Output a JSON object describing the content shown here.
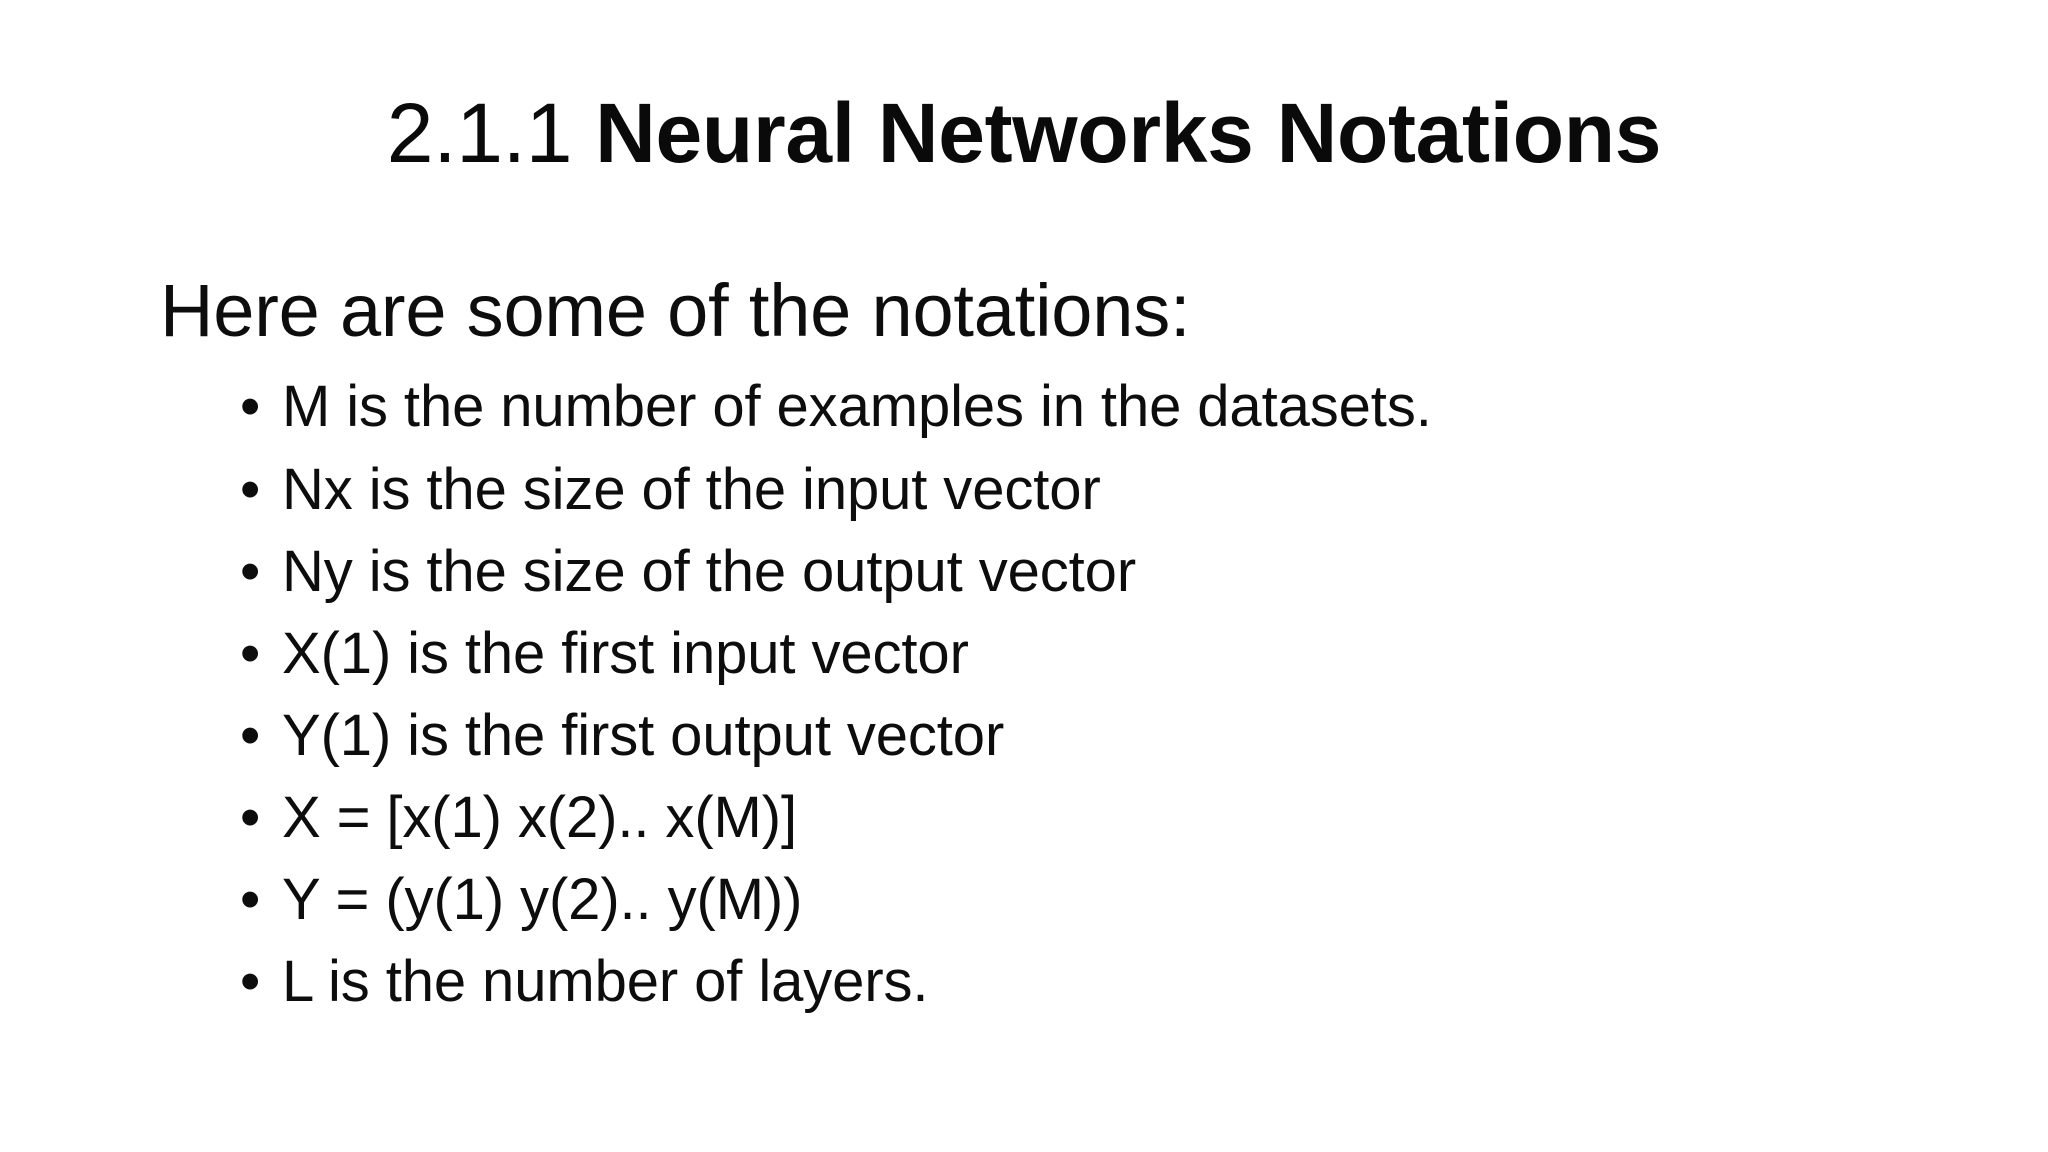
{
  "slide": {
    "background_color": "#ffffff",
    "text_color": "#0d0d0d",
    "title": {
      "number": "2.1.1 ",
      "main": "Neural Networks Notations",
      "full": "2.1.1 Neural Networks Notations"
    },
    "lead_line": "Here are some of the notations:",
    "bullet_glyph": "•",
    "bullets": [
      {
        "text": "M is the number of examples in the datasets."
      },
      {
        "text": "Nx is the size of the input vector"
      },
      {
        "text": "Ny is the size of the output vector"
      },
      {
        "text": "X(1) is the first input vector"
      },
      {
        "text": "Y(1) is the first output vector"
      },
      {
        "text": "X = [x(1) x(2).. x(M)]"
      },
      {
        "text": "Y = (y(1) y(2).. y(M))"
      },
      {
        "text": "L is the number of layers."
      }
    ]
  }
}
